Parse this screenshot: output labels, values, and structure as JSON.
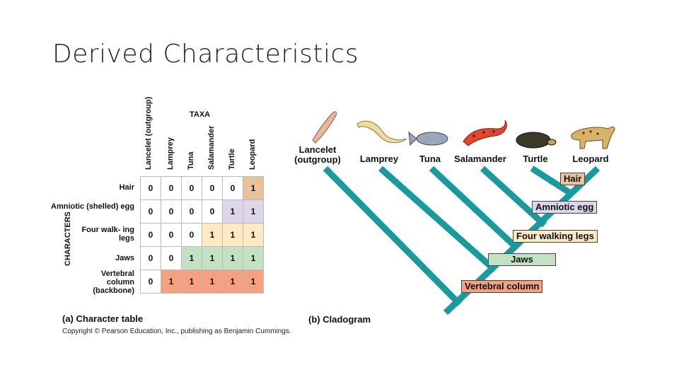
{
  "slide": {
    "title": "Derived Characteristics"
  },
  "table": {
    "taxa_heading": "TAXA",
    "characters_heading": "CHARACTERS",
    "columns": [
      "Lancelet (outgroup)",
      "Lamprey",
      "Tuna",
      "Salamander",
      "Turtle",
      "Leopard"
    ],
    "rows": [
      {
        "label": "Hair",
        "values": [
          "0",
          "0",
          "0",
          "0",
          "0",
          "1"
        ]
      },
      {
        "label": "Amniotic (shelled) egg",
        "values": [
          "0",
          "0",
          "0",
          "0",
          "1",
          "1"
        ]
      },
      {
        "label": "Four walk- ing legs",
        "values": [
          "0",
          "0",
          "0",
          "1",
          "1",
          "1"
        ]
      },
      {
        "label": "Jaws",
        "values": [
          "0",
          "0",
          "1",
          "1",
          "1",
          "1"
        ]
      },
      {
        "label": "Vertebral column (backbone)",
        "values": [
          "0",
          "1",
          "1",
          "1",
          "1",
          "1"
        ]
      }
    ],
    "row_colors": [
      "#e7c29d",
      "#ddd5ea",
      "#fde9c2",
      "#c3e2c3",
      "#f3a17e"
    ],
    "caption": "(a) Character table"
  },
  "cladogram": {
    "taxa": [
      "Lancelet (outgroup)",
      "Lamprey",
      "Tuna",
      "Salamander",
      "Turtle",
      "Leopard"
    ],
    "traits": [
      {
        "label": "Hair",
        "color": "#e7c29d"
      },
      {
        "label": "Amniotic egg",
        "color": "#ddd5ea"
      },
      {
        "label": "Four walking legs",
        "color": "#fde9c2"
      },
      {
        "label": "Jaws",
        "color": "#c3e2c3"
      },
      {
        "label": "Vertebral column",
        "color": "#f3a17e"
      }
    ],
    "branch_color": "#1a9a9e",
    "caption": "(b) Cladogram"
  },
  "copyright": "Copyright © Pearson Education, Inc., publishing as Benjamin Cummings."
}
